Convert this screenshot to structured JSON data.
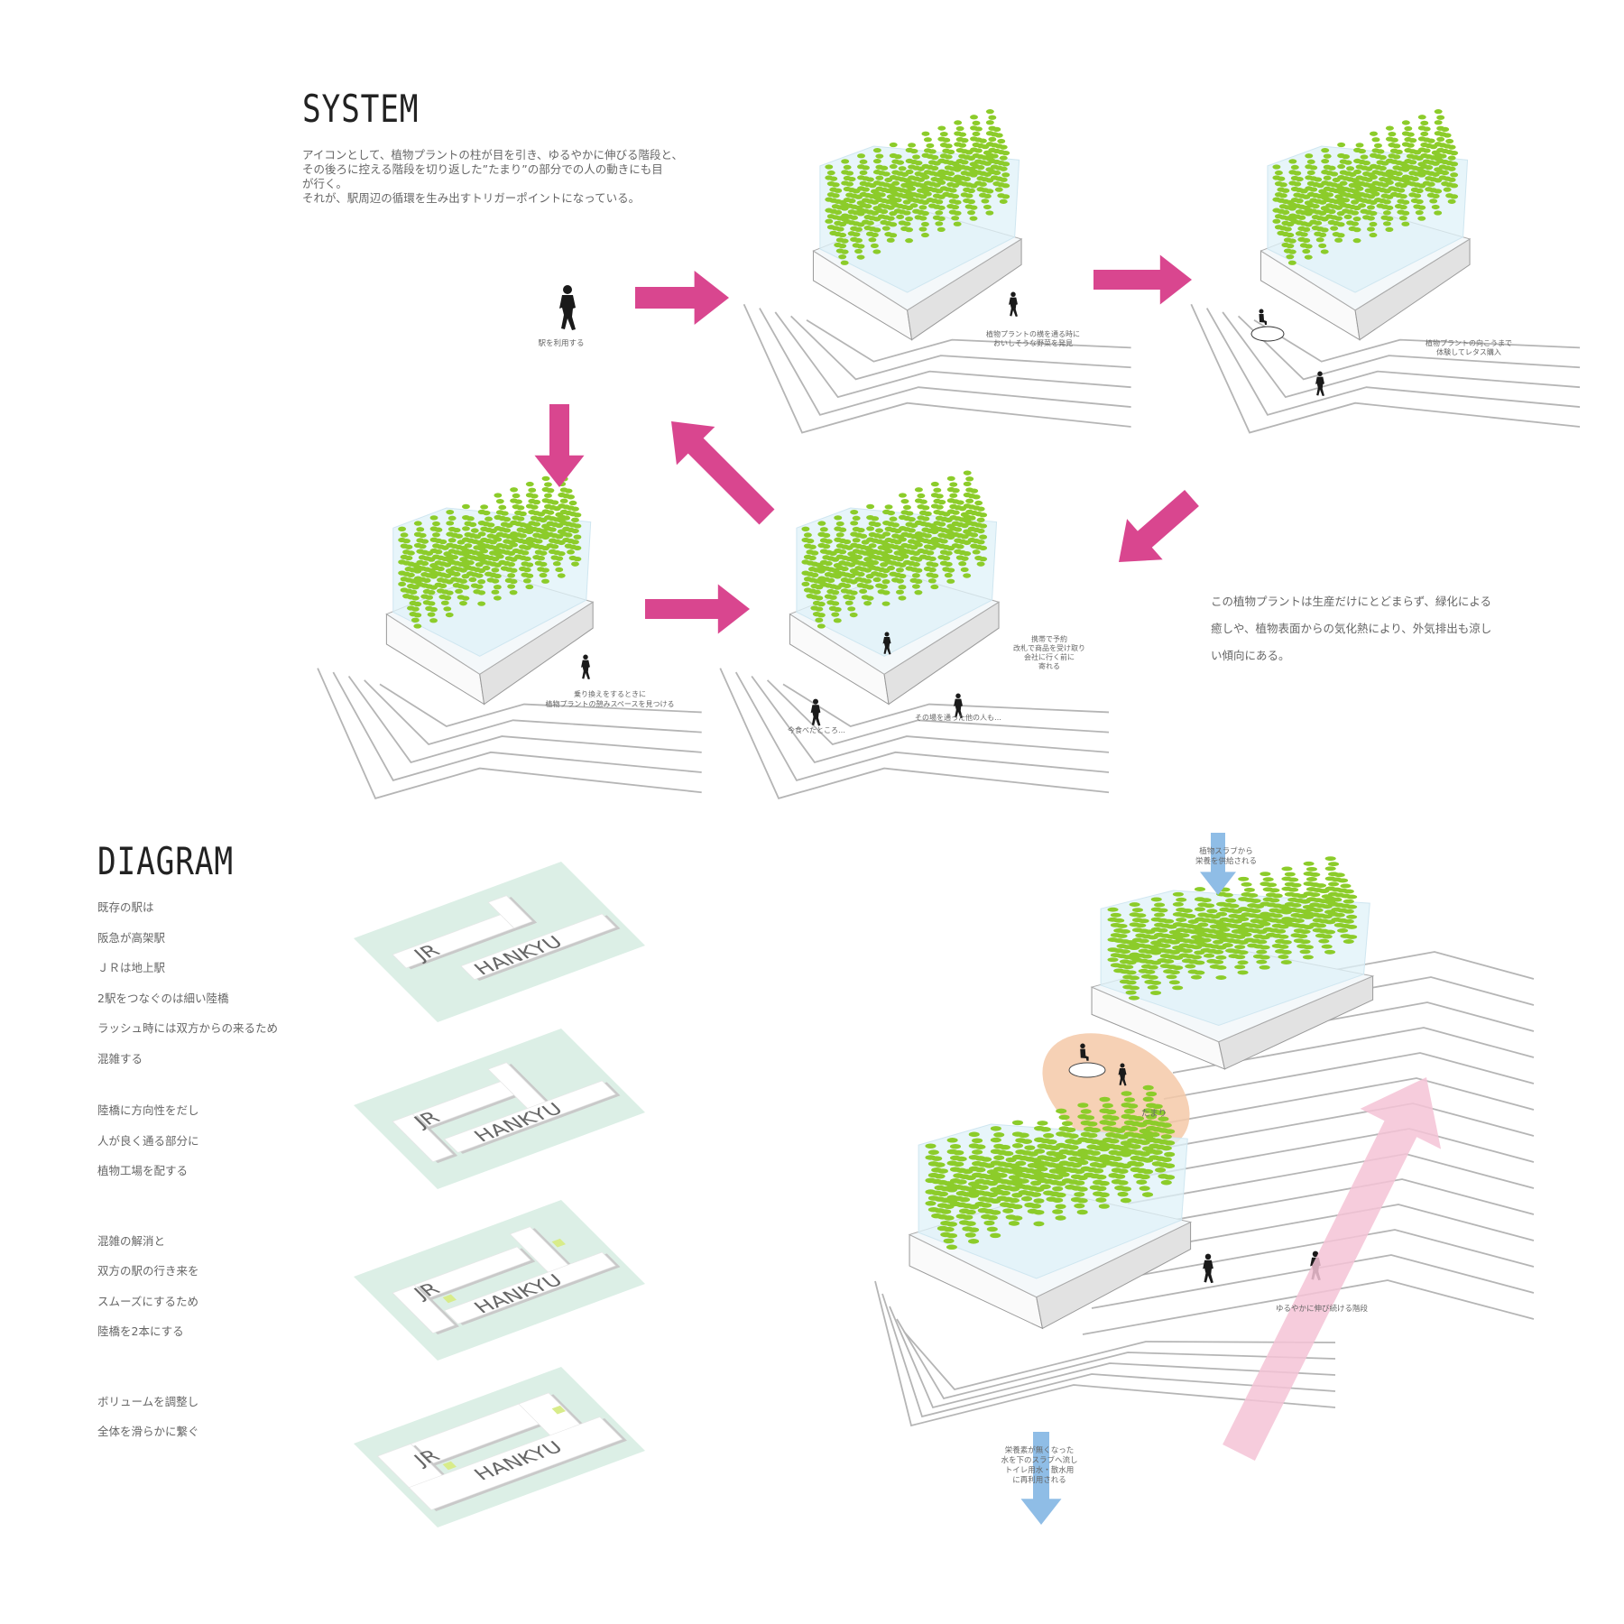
{
  "system": {
    "title": "SYSTEM",
    "intro": [
      "アイコンとして、植物プラントの柱が目を引き、ゆるやかに伸びる階段と、",
      "その後ろに控える階段を切り返した”たまり”の部分での人の動きにも目",
      "が行く。",
      "それが、駅周辺の循環を生み出すトリガーポイントになっている。"
    ],
    "side_note": [
      "この植物プラントは生産だけにとどまらず、緑化による",
      "癒しや、植物表面からの気化熱により、外気排出も涼し",
      "い傾向にある。"
    ],
    "labels": {
      "start": "駅を利用する",
      "box1": [
        "植物プラントの横を通る時に",
        "おいしそうな野菜を発見"
      ],
      "box2": [
        "植物プラントの向こうまで",
        "体験してレタス購入"
      ],
      "box3": [
        "乗り換えをするときに",
        "植物プラントの憩みスペースを見つける"
      ],
      "box4_right": [
        "携帯で予約",
        "改札で商品を受け取り",
        "会社に行く前に",
        "寄れる"
      ],
      "box4_left": "今食べたところ…",
      "box4_bottom": "その場を通った他の人も…"
    }
  },
  "diagram": {
    "title": "DIAGRAM",
    "steps": [
      [
        "既存の駅は",
        "阪急が高架駅",
        "ＪＲは地上駅",
        "2駅をつなぐのは細い陸橋",
        "ラッシュ時には双方からの来るため",
        "混雑する"
      ],
      [
        "陸橋に方向性をだし",
        "人が良く通る部分に",
        "植物工場を配する"
      ],
      [
        "混雑の解消と",
        "双方の駅の行き来を",
        "スムーズにするため",
        "陸橋を2本にする"
      ],
      [
        "ボリュームを調整し",
        "全体を滑らかに繋ぐ"
      ]
    ],
    "block_labels": {
      "jr": "JR",
      "hankyu": "HANKYU"
    },
    "section_labels": {
      "top_supply": [
        "植物スラブから",
        "栄養を供給される"
      ],
      "tamari": "たまり",
      "stairs": "ゆるやかに伸び続ける階段",
      "bottom_reuse": [
        "栄養素が無くなった",
        "水を下のスラブへ流し",
        "トイレ用水・散水用",
        "に再利用される"
      ]
    }
  },
  "colors": {
    "arrow_pink": "#d9468f",
    "big_arrow_pink": "#f5c3d6",
    "plant_green": "#8ccc2a",
    "glass_blue": "#dff1f8",
    "water_blue": "#8fbde6",
    "tamari_orange": "#f5c9a8",
    "site_green": "#dcefe6",
    "accent_yellow": "#d8ec8a"
  }
}
